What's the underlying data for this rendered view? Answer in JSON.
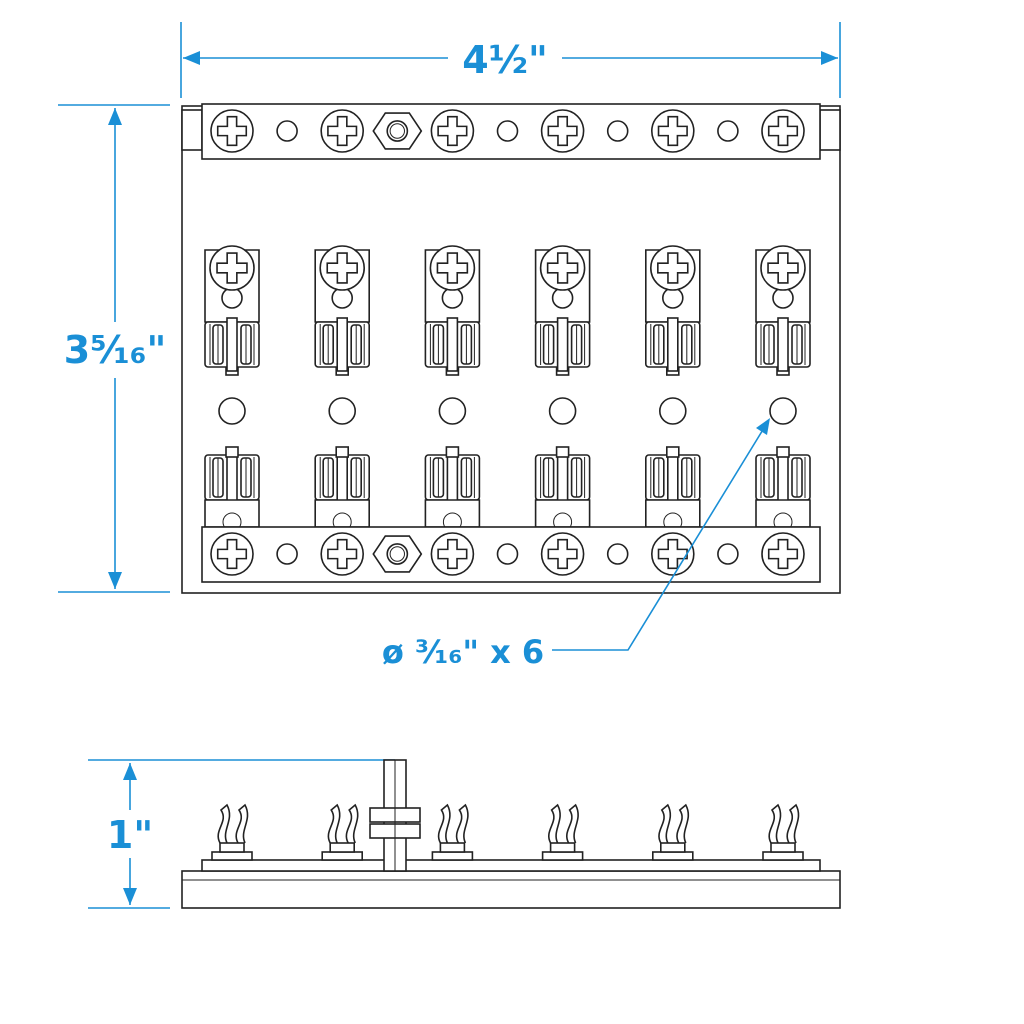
{
  "dimensions": {
    "width_label": "4½\"",
    "height_label": "3⁵⁄₁₆\"",
    "hole_label": "ø ³⁄₁₆\" x 6",
    "depth_label": "1\""
  },
  "counts": {
    "fuse_positions": 6,
    "bus_screws_per_bar": 6
  },
  "colors": {
    "dimension": "#1a8fd6",
    "line": "#222222"
  }
}
